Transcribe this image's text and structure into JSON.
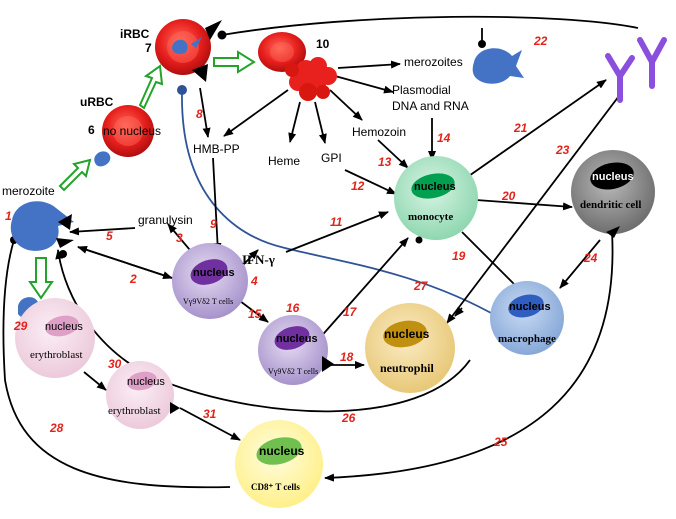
{
  "labels": {
    "irbc": "iRBC",
    "urbc": "uRBC",
    "no_nucleus": "no nucleus",
    "merozoite": "merozoite",
    "merozoites": "merozoites",
    "plasmodial_line1": "Plasmodial",
    "plasmodial_line2": "DNA and RNA",
    "hemozoin": "Hemozoin",
    "hmb_pp": "HMB-PP",
    "heme": "Heme",
    "gpi": "GPI",
    "granulysin": "granulysin",
    "ifn": "IFN-γ",
    "monocyte": "monocyte",
    "dendritic_cell": "dendritic cell",
    "macrophage": "macrophage",
    "neutrophil": "neutrophil",
    "vg9vd2_1": "Vγ9Vδ2 T cells",
    "vg9vd2_2": "Vγ9Vδ2 T cells",
    "erythroblast_1": "erythroblast",
    "erythroblast_2": "erythroblast",
    "cd8": "CD8⁺ T cells",
    "nucleus": "nucleus"
  },
  "numbers": {
    "n1": "1",
    "n2": "2",
    "n3": "3",
    "n4": "4",
    "n5": "5",
    "n6": "6",
    "n7": "7",
    "n8": "8",
    "n9": "9",
    "n10": "10",
    "n11": "11",
    "n12": "12",
    "n13": "13",
    "n14": "14",
    "n15": "15",
    "n16": "16",
    "n17": "17",
    "n18": "18",
    "n19": "19",
    "n20": "20",
    "n21": "21",
    "n22": "22",
    "n23": "23",
    "n24": "24",
    "n25": "25",
    "n26": "26",
    "n27": "27",
    "n28": "28",
    "n29": "29",
    "n30": "30",
    "n31": "31"
  },
  "colors": {
    "red_cell": "#e8201e",
    "parasite": "#4472c4",
    "t_cell": "#b4a0d2",
    "t_nucleus": "#7030a0",
    "monocyte": "#a8e0c0",
    "monocyte_nucleus": "#00a050",
    "dendritic": "#7f7f7f",
    "macrophage": "#9db9e0",
    "neutrophil": "#f0d590",
    "neutrophil_nucleus": "#c09010",
    "erythroblast": "#f2d0e0",
    "erythroblast_nucleus": "#dfa0c8",
    "cd8": "#fff6a0",
    "cd8_nucleus": "#70c050",
    "antibody": "#8a4fdc",
    "step_number": "#e2231a",
    "open_arrow": "#22a32a",
    "long_line": "#2f5496"
  }
}
